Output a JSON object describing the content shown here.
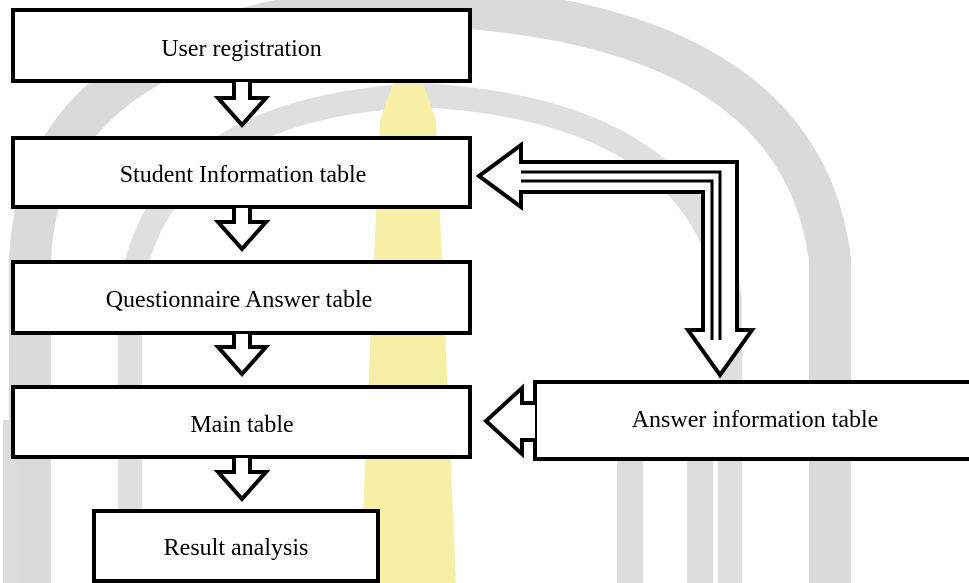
{
  "colors": {
    "box_fill": "#ffffff",
    "stroke": "#000000",
    "watermark_gray": "#cfcfcf",
    "watermark_yellow": "#f7ee9c"
  },
  "boxes": {
    "user_registration": "User registration",
    "student_information_table": "Student Information table",
    "questionnaire_answer_table": "Questionnaire Answer table",
    "main_table": "Main table",
    "answer_information_table": "Answer information table",
    "result_analysis": "Result analysis"
  },
  "watermark": {
    "description_icon": "university-logo-watermark"
  }
}
